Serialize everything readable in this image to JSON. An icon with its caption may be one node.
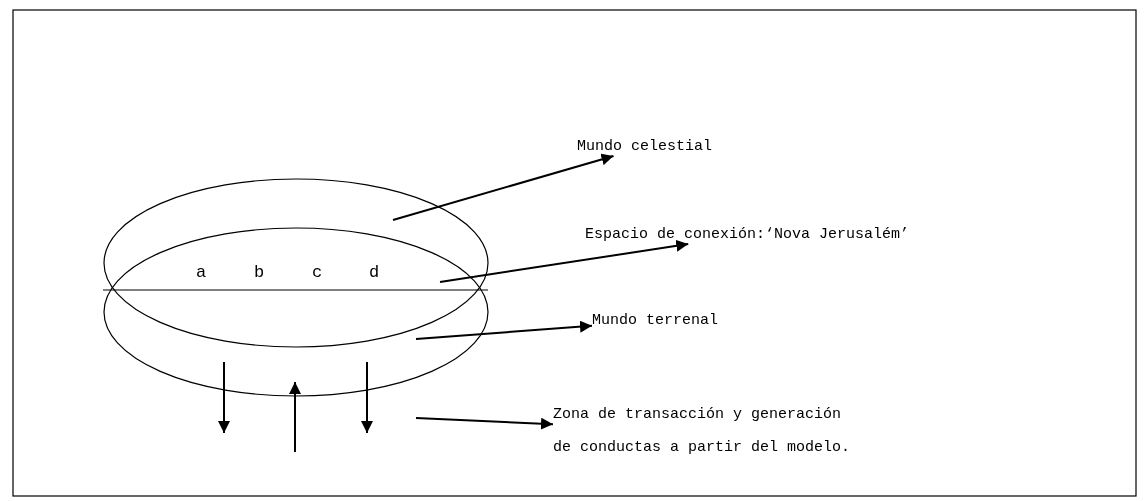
{
  "diagram": {
    "nodes": [
      {
        "text": [
          "Mundo celestial"
        ]
      },
      {
        "text": [
          "Espacio de conexión:‘Nova Jerusalém’"
        ]
      },
      {
        "text": [
          "Mundo terrenal"
        ]
      },
      {
        "text": [
          "Zona de transacción y generación de conductas a partir del modelo."
        ]
      }
    ],
    "edges": [
      {
        "from": null,
        "to": 0,
        "arrow": "to"
      },
      {
        "from": null,
        "to": 1,
        "arrow": "to"
      },
      {
        "from": null,
        "to": 2,
        "arrow": "to"
      },
      {
        "from": null,
        "to": 3,
        "arrow": "to"
      }
    ],
    "labels": [
      "a",
      "b",
      "c",
      "d"
    ]
  }
}
